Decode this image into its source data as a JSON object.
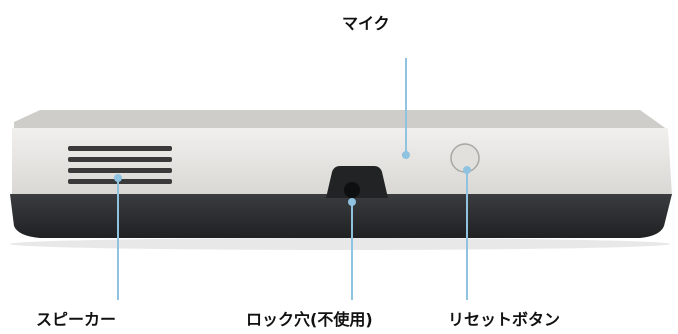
{
  "labels": {
    "microphone": "マイク",
    "speaker": "スピーカー",
    "lock_hole": "ロック穴(不使用)",
    "reset_button": "リセットボタン"
  },
  "colors": {
    "device_body": "#e6e4e1",
    "device_bottom": "#303234",
    "callout_line": "#8fc3df",
    "label_text": "#111111"
  }
}
